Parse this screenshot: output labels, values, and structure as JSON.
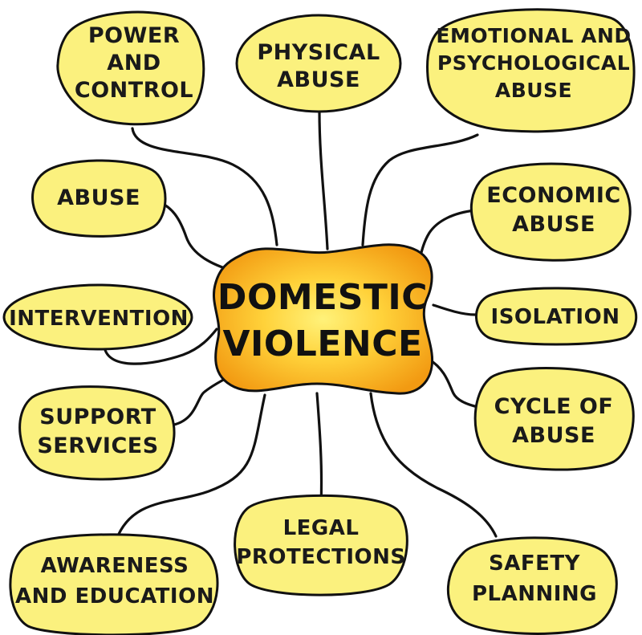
{
  "center": {
    "lines": [
      "DOMESTIC",
      "VIOLENCE"
    ]
  },
  "nodes": [
    {
      "id": "power-and-control",
      "lines": [
        "POWER",
        "AND",
        "CONTROL"
      ]
    },
    {
      "id": "physical-abuse",
      "lines": [
        "PHYSICAL",
        "ABUSE"
      ]
    },
    {
      "id": "emotional-and-psychological-abuse",
      "lines": [
        "EMOTIONAL AND",
        "PSYCHOLOGICAL",
        "ABUSE"
      ]
    },
    {
      "id": "abuse",
      "lines": [
        "ABUSE"
      ]
    },
    {
      "id": "economic-abuse",
      "lines": [
        "ECONOMIC",
        "ABUSE"
      ]
    },
    {
      "id": "intervention",
      "lines": [
        "INTERVENTION"
      ]
    },
    {
      "id": "isolation",
      "lines": [
        "ISOLATION"
      ]
    },
    {
      "id": "support-services",
      "lines": [
        "SUPPORT",
        "SERVICES"
      ]
    },
    {
      "id": "cycle-of-abuse",
      "lines": [
        "CYCLE OF",
        "ABUSE"
      ]
    },
    {
      "id": "legal-protections",
      "lines": [
        "LEGAL",
        "PROTECTIONS"
      ]
    },
    {
      "id": "awareness-and-education",
      "lines": [
        "AWARENESS",
        "AND EDUCATION"
      ]
    },
    {
      "id": "safety-planning",
      "lines": [
        "SAFETY",
        "PLANNING"
      ]
    }
  ],
  "colors": {
    "node_fill": "#fbf17e",
    "center_fill_outer": "#f5a21a",
    "center_fill_inner": "#ffe96b",
    "outline": "#111111",
    "background": "#ffffff"
  }
}
